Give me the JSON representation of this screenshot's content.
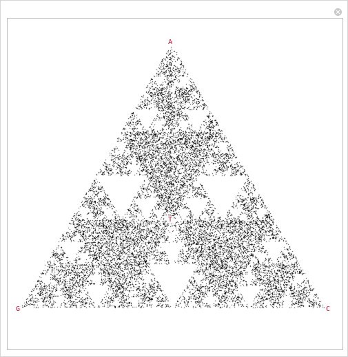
{
  "plot": {
    "type": "chaos-game-triangle",
    "point_color": "#000000",
    "label_color": "#c8102e",
    "vertices": [
      {
        "label": "A"
      },
      {
        "label": "T"
      },
      {
        "label": "G"
      },
      {
        "label": "C"
      }
    ]
  }
}
